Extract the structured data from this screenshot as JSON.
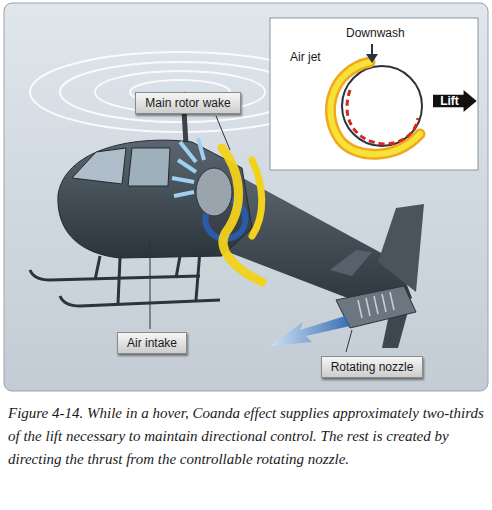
{
  "diagram": {
    "caption": "Figure 4-14. While in a hover, Coanda effect supplies approximately two-thirds of the lift necessary to maintain directional control. The rest is created by directing the thrust from the controllable rotating nozzle.",
    "nodes": [
      {
        "text": [
          "Lift"
        ]
      },
      {
        "text": [
          "Main rotor wake"
        ]
      },
      {
        "text": [
          "Air intake"
        ]
      },
      {
        "text": [
          "Rotating nozzle"
        ]
      }
    ],
    "labels": [
      "Downwash",
      "Air jet"
    ]
  }
}
